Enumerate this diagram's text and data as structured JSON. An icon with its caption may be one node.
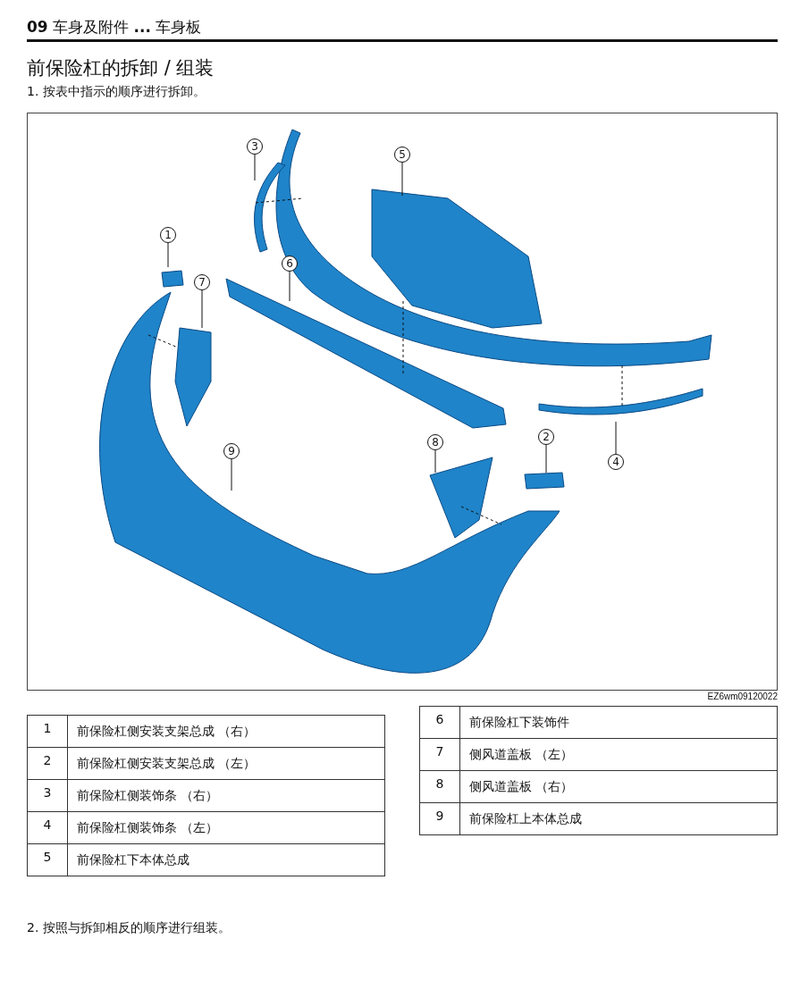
{
  "diagram": {
    "title": "前保险杠的拆卸 / 组装",
    "nodes": [
      {
        "text": [
          "3"
        ]
      },
      {
        "text": [
          "5"
        ]
      },
      {
        "text": [
          "1"
        ]
      },
      {
        "text": [
          "6"
        ]
      },
      {
        "text": [
          "7"
        ]
      },
      {
        "text": [
          "9"
        ]
      },
      {
        "text": [
          "8"
        ]
      },
      {
        "text": [
          "2"
        ]
      },
      {
        "text": [
          "4"
        ]
      }
    ],
    "edges": [
      {
        "from": 0,
        "to": null,
        "arrow": "none"
      },
      {
        "from": 1,
        "to": null,
        "arrow": "none"
      },
      {
        "from": 2,
        "to": null,
        "arrow": "none"
      },
      {
        "from": 3,
        "to": null,
        "arrow": "none"
      },
      {
        "from": 4,
        "to": null,
        "arrow": "none"
      },
      {
        "from": 5,
        "to": null,
        "arrow": "none"
      },
      {
        "from": 6,
        "to": null,
        "arrow": "none"
      },
      {
        "from": 7,
        "to": null,
        "arrow": "none"
      },
      {
        "from": 8,
        "to": null,
        "arrow": "none"
      }
    ],
    "labels": [
      "**09** 车身及附件 **...** 车身板",
      "1. 按表中指示的顺序进行拆卸。",
      "EZ6wm09120022",
      "1",
      "前保险杠侧安装支架总成 （右）",
      "2",
      "前保险杠侧安装支架总成 （左）",
      "3",
      "前保险杠侧装饰条 （右）",
      "4",
      "前保险杠侧装饰条 （左）",
      "5",
      "前保险杠下本体总成",
      "6",
      "前保险杠下装饰件",
      "7",
      "侧风道盖板 （左）",
      "8",
      "侧风道盖板 （右）",
      "9",
      "前保险杠上本体总成",
      "2. 按照与拆卸相反的顺序进行组装。"
    ]
  }
}
